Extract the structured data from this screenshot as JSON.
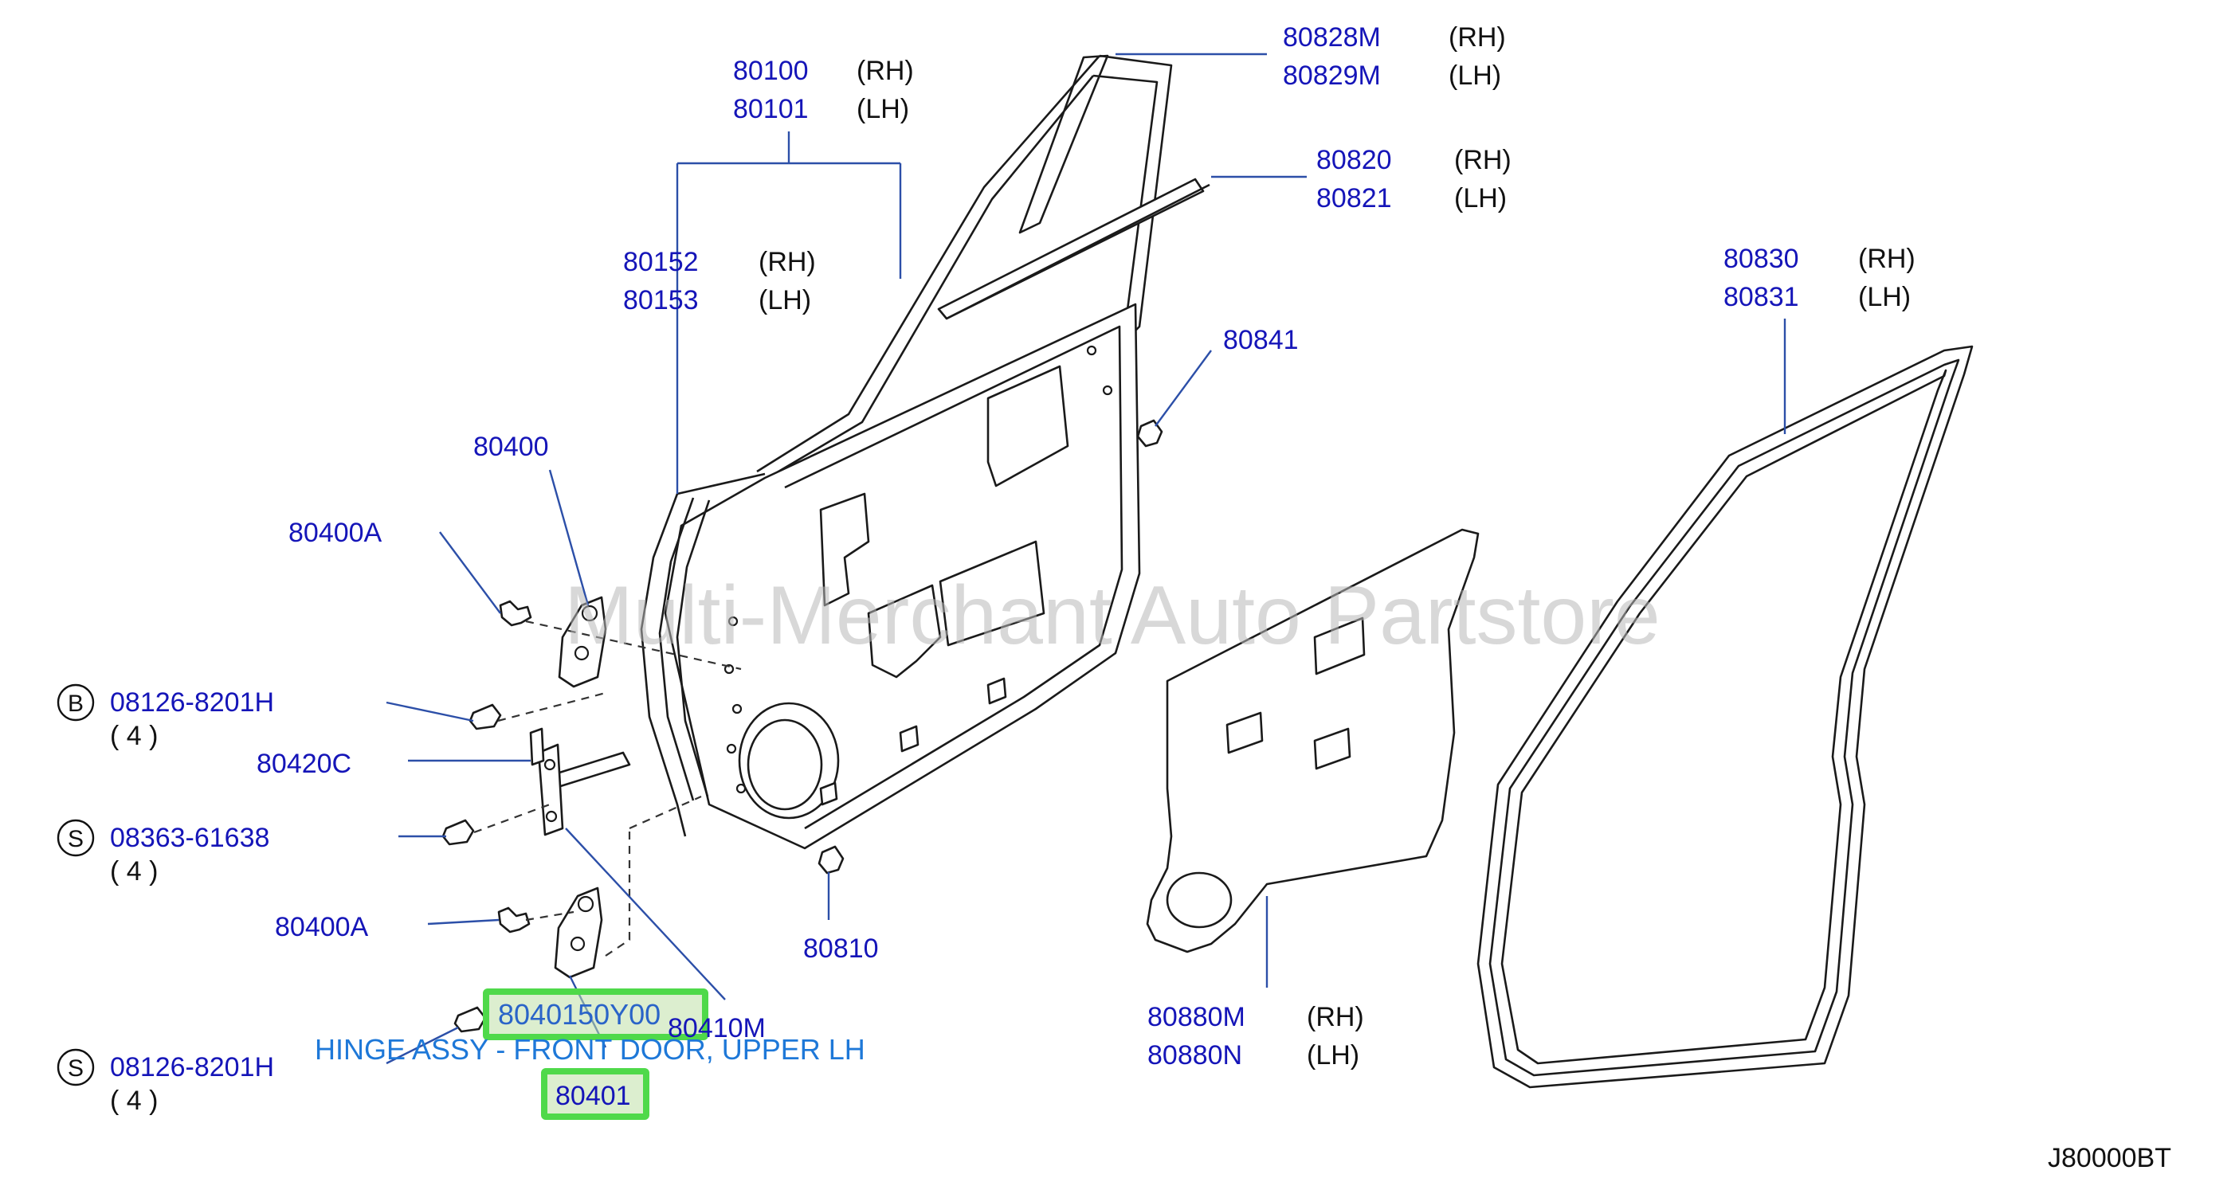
{
  "labels": {
    "p80100": "80100",
    "p80100_side": "(RH)",
    "p80101": "80101",
    "p80101_side": "(LH)",
    "p80828M": "80828M",
    "p80828M_side": "(RH)",
    "p80829M": "80829M",
    "p80829M_side": "(LH)",
    "p80820": "80820",
    "p80820_side": "(RH)",
    "p80821": "80821",
    "p80821_side": "(LH)",
    "p80152": "80152",
    "p80152_side": "(RH)",
    "p80153": "80153",
    "p80153_side": "(LH)",
    "p80830": "80830",
    "p80830_side": "(RH)",
    "p80831": "80831",
    "p80831_side": "(LH)",
    "p80841": "80841",
    "p80400": "80400",
    "p80400A_top": "80400A",
    "p08126_top": "08126-8201H",
    "p08126_top_qty": "( 4 )",
    "p80420C": "80420C",
    "p08363": "08363-61638",
    "p08363_qty": "( 4 )",
    "p80400A_bottom": "80400A",
    "p80810": "80810",
    "p80410M": "80410M",
    "p80880M": "80880M",
    "p80880M_side": "(RH)",
    "p80880N": "80880N",
    "p80880N_side": "(LH)",
    "p08126_bottom": "08126-8201H",
    "p08126_bottom_qty": "( 4 )",
    "p80401": "80401"
  },
  "circled": {
    "b": "B",
    "s1": "S",
    "s2": "S"
  },
  "highlight": {
    "part_number": "8040150Y00",
    "description": "HINGE ASSY - FRONT DOOR, UPPER LH",
    "color": "#4fd94a"
  },
  "watermark": "Multi-Merchant Auto Partstore",
  "diagram_code": "J80000BT",
  "colors": {
    "part_label": "#1515b8",
    "description": "#1e78d8",
    "highlight_border": "#4fd94a"
  }
}
